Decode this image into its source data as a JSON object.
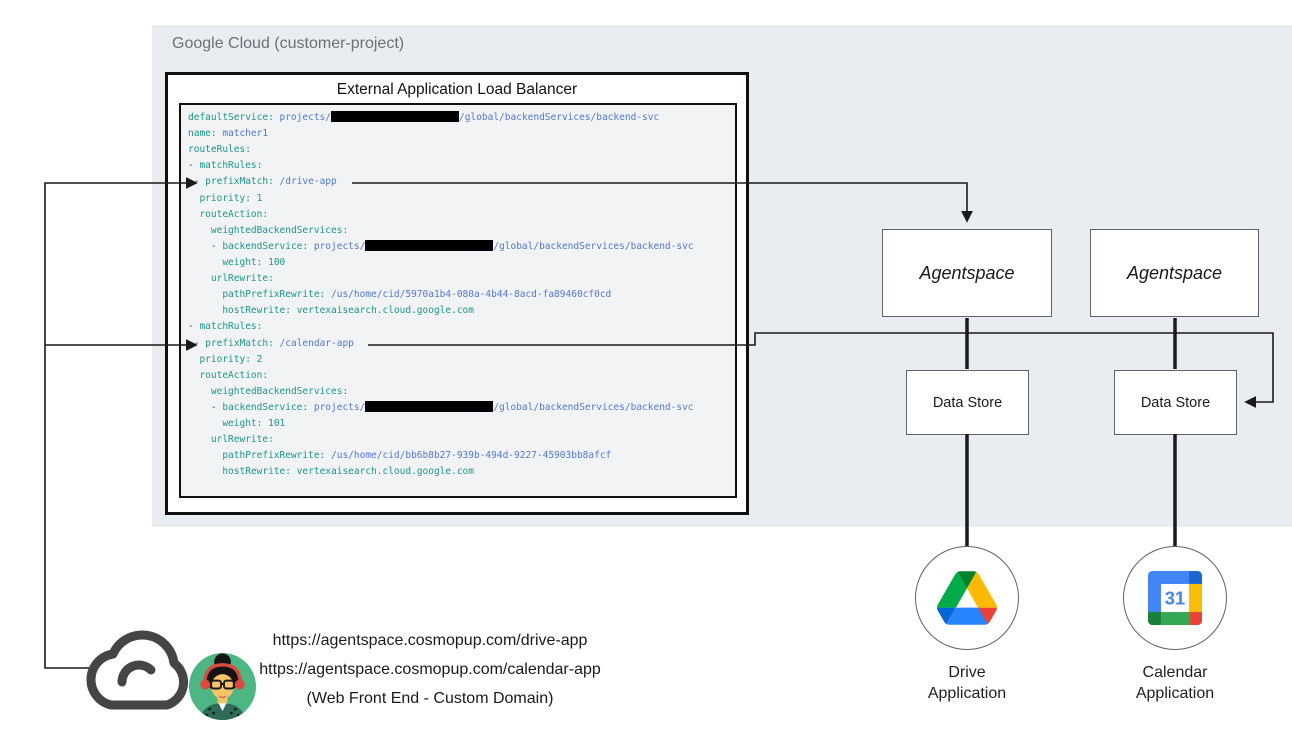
{
  "gcp": {
    "label": "Google Cloud (customer-project)"
  },
  "elb": {
    "title": "External Application Load Balancer"
  },
  "code": {
    "lines": [
      [
        [
          "k",
          "defaultService:"
        ],
        [
          "v",
          " projects/"
        ],
        [
          "r",
          ""
        ],
        [
          "v",
          "/global/backendServices/backend-svc"
        ]
      ],
      [
        [
          "k",
          "name:"
        ],
        [
          "v",
          " matcher1"
        ]
      ],
      [
        [
          "k",
          "routeRules:"
        ]
      ],
      [
        [
          "d",
          "- "
        ],
        [
          "k",
          "matchRules:"
        ]
      ],
      [
        [
          "d",
          " - "
        ],
        [
          "k",
          "prefixMatch:"
        ],
        [
          "v",
          " /drive-app"
        ]
      ],
      [
        [
          "d",
          "  "
        ],
        [
          "k",
          "priority:"
        ],
        [
          "n",
          " 1"
        ]
      ],
      [
        [
          "d",
          "  "
        ],
        [
          "k",
          "routeAction:"
        ]
      ],
      [
        [
          "d",
          "    "
        ],
        [
          "k",
          "weightedBackendServices:"
        ]
      ],
      [
        [
          "d",
          "    - "
        ],
        [
          "k",
          "backendService:"
        ],
        [
          "v",
          " projects/"
        ],
        [
          "r",
          ""
        ],
        [
          "v",
          "/global/backendServices/backend-svc"
        ]
      ],
      [
        [
          "d",
          "      "
        ],
        [
          "k",
          "weight:"
        ],
        [
          "n",
          " 100"
        ]
      ],
      [
        [
          "d",
          "    "
        ],
        [
          "k",
          "urlRewrite:"
        ]
      ],
      [
        [
          "d",
          "      "
        ],
        [
          "k",
          "pathPrefixRewrite:"
        ],
        [
          "v",
          " /us/home/cid/5970a1b4-080a-4b44-8acd-fa89460cf0cd"
        ]
      ],
      [
        [
          "d",
          "      "
        ],
        [
          "k",
          "hostRewrite:"
        ],
        [
          "n",
          " vertexaisearch.cloud.google.com"
        ]
      ],
      [
        [
          "d",
          "- "
        ],
        [
          "k",
          "matchRules:"
        ]
      ],
      [
        [
          "d",
          " - "
        ],
        [
          "k",
          "prefixMatch:"
        ],
        [
          "v",
          " /calendar-app"
        ]
      ],
      [
        [
          "d",
          "  "
        ],
        [
          "k",
          "priority:"
        ],
        [
          "n",
          " 2"
        ]
      ],
      [
        [
          "d",
          "  "
        ],
        [
          "k",
          "routeAction:"
        ]
      ],
      [
        [
          "d",
          "    "
        ],
        [
          "k",
          "weightedBackendServices:"
        ]
      ],
      [
        [
          "d",
          "    - "
        ],
        [
          "k",
          "backendService:"
        ],
        [
          "v",
          " projects/"
        ],
        [
          "r",
          ""
        ],
        [
          "v",
          "/global/backendServices/backend-svc"
        ]
      ],
      [
        [
          "d",
          "      "
        ],
        [
          "k",
          "weight:"
        ],
        [
          "n",
          " 101"
        ]
      ],
      [
        [
          "d",
          "    "
        ],
        [
          "k",
          "urlRewrite:"
        ]
      ],
      [
        [
          "d",
          "      "
        ],
        [
          "k",
          "pathPrefixRewrite:"
        ],
        [
          "v",
          " /us/home/cid/bb6b8b27-939b-494d-9227-45903bb8afcf"
        ]
      ],
      [
        [
          "d",
          "      "
        ],
        [
          "k",
          "hostRewrite:"
        ],
        [
          "n",
          " vertexaisearch.cloud.google.com"
        ]
      ]
    ]
  },
  "nodes": {
    "agentspace1": "Agentspace",
    "agentspace2": "Agentspace",
    "datastore1": "Data Store",
    "datastore2": "Data Store"
  },
  "apps": {
    "drive": {
      "line1": "Drive",
      "line2": "Application"
    },
    "calendar": {
      "line1": "Calendar",
      "line2": "Application",
      "day": "31"
    }
  },
  "frontend": {
    "url1": "https://agentspace.cosmopup.com/drive-app",
    "url2": "https://agentspace.cosmopup.com/calendar-app",
    "caption": "(Web Front End - Custom Domain)"
  },
  "colors": {
    "gc_background": "#e9edf2",
    "code_background": "#f1f3f4",
    "yaml_key_teal": "#1e9687",
    "yaml_value_blue": "#5378d0",
    "connector_black": "#1a1a1a",
    "drive_green": "#00ac47",
    "drive_yellow": "#ffba00",
    "drive_blue": "#2684fc",
    "calendar_blue": "#4285f4",
    "avatar_green": "#4cb782"
  }
}
